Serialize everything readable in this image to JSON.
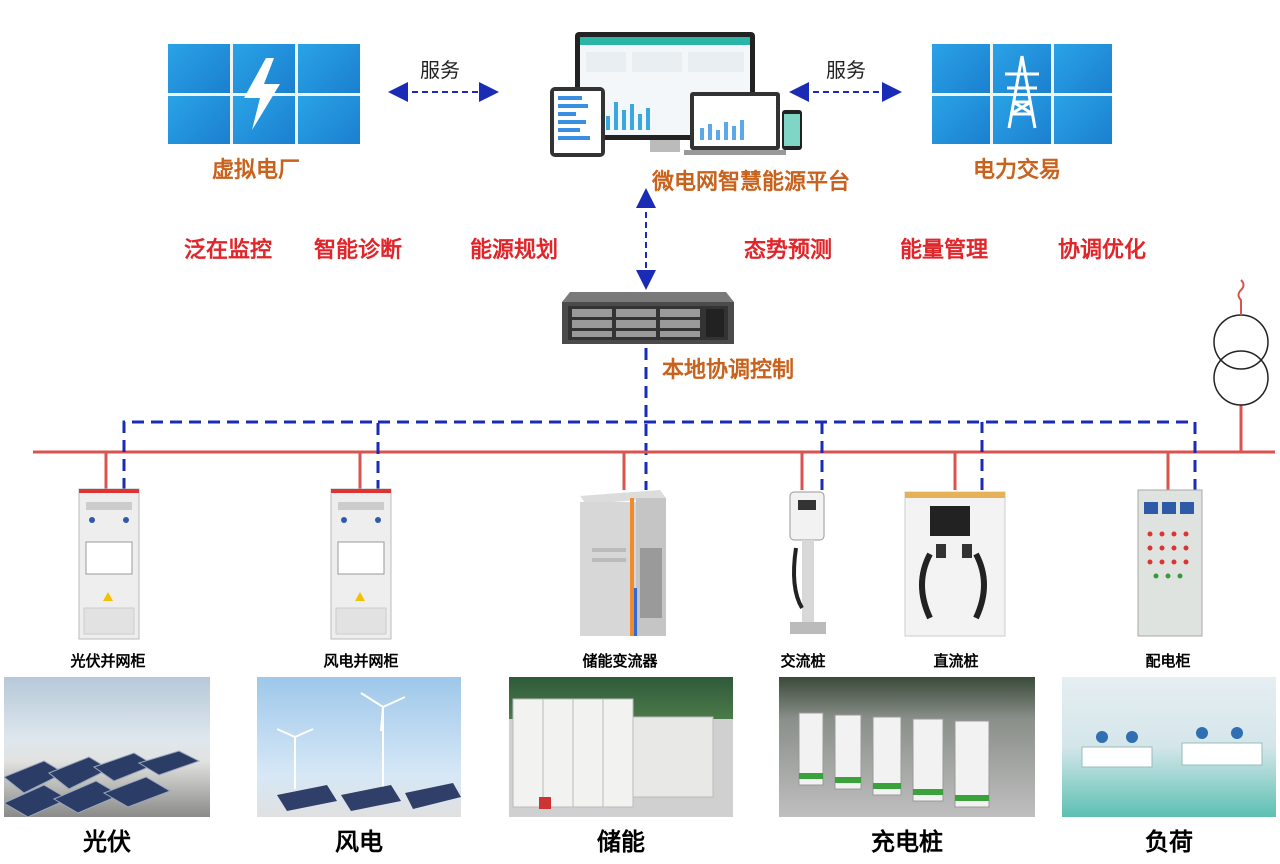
{
  "top": {
    "left_label": "虚拟电厂",
    "center_label": "微电网智慧能源平台",
    "right_label": "电力交易",
    "service_left": "服务",
    "service_right": "服务"
  },
  "functions": [
    "泛在监控",
    "智能诊断",
    "能源规划",
    "态势预测",
    "能量管理",
    "协调优化"
  ],
  "controller_label": "本地协调控制",
  "devices": [
    "光伏并网柜",
    "风电并网柜",
    "储能变流器",
    "交流桩",
    "直流桩",
    "配电柜"
  ],
  "sources": [
    "光伏",
    "风电",
    "储能",
    "充电桩",
    "负荷"
  ],
  "colors": {
    "bus_line": "#d9534f",
    "comm_line": "#1a2bb5",
    "label_orange": "#c8621c",
    "label_red": "#e0262b",
    "tile_blue": "#1b8ed8"
  }
}
